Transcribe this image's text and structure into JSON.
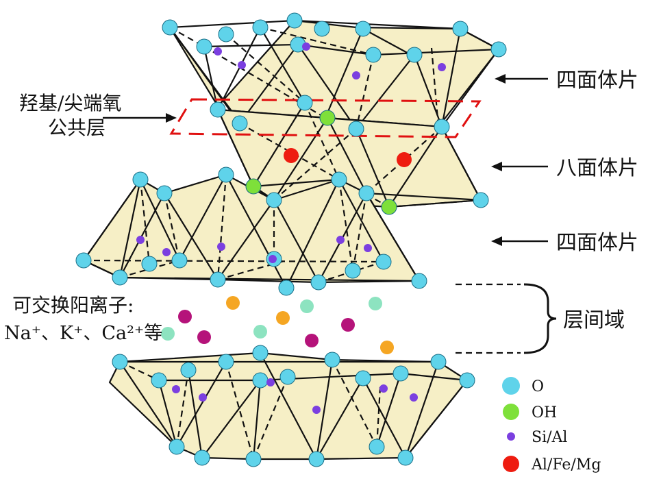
{
  "labels": {
    "tetra_top": "四面体片",
    "octa": "八面体片",
    "tetra_mid": "四面体片",
    "interlayer": "层间域",
    "shared_layer_line1": "羟基/尖端氧",
    "shared_layer_line2": "公共层",
    "cations_line1": "可交换阳离子:",
    "cations_line2": "Na⁺、K⁺、Ca²⁺等"
  },
  "legend": [
    {
      "symbol": "O",
      "label": "O",
      "color": "#5fd3ea"
    },
    {
      "symbol": "OH",
      "label": "OH",
      "color": "#7ee03a"
    },
    {
      "symbol": "Si/Al",
      "label": "Si/Al",
      "color": "#7b3fe0"
    },
    {
      "symbol": "Al/Fe/Mg",
      "label": "Al/Fe/Mg",
      "color": "#ee1c10"
    }
  ],
  "colors": {
    "oxygen": "#5fd3ea",
    "hydroxyl": "#7ee03a",
    "si_al": "#7b3fe0",
    "al_fe_mg": "#ee1c10",
    "cation_magenta": "#b5137a",
    "cation_orange": "#f5a623",
    "cation_mint": "#8de3c0",
    "polyhedron_fill": "#f6efc6",
    "shared_layer_outline": "#e01010"
  }
}
